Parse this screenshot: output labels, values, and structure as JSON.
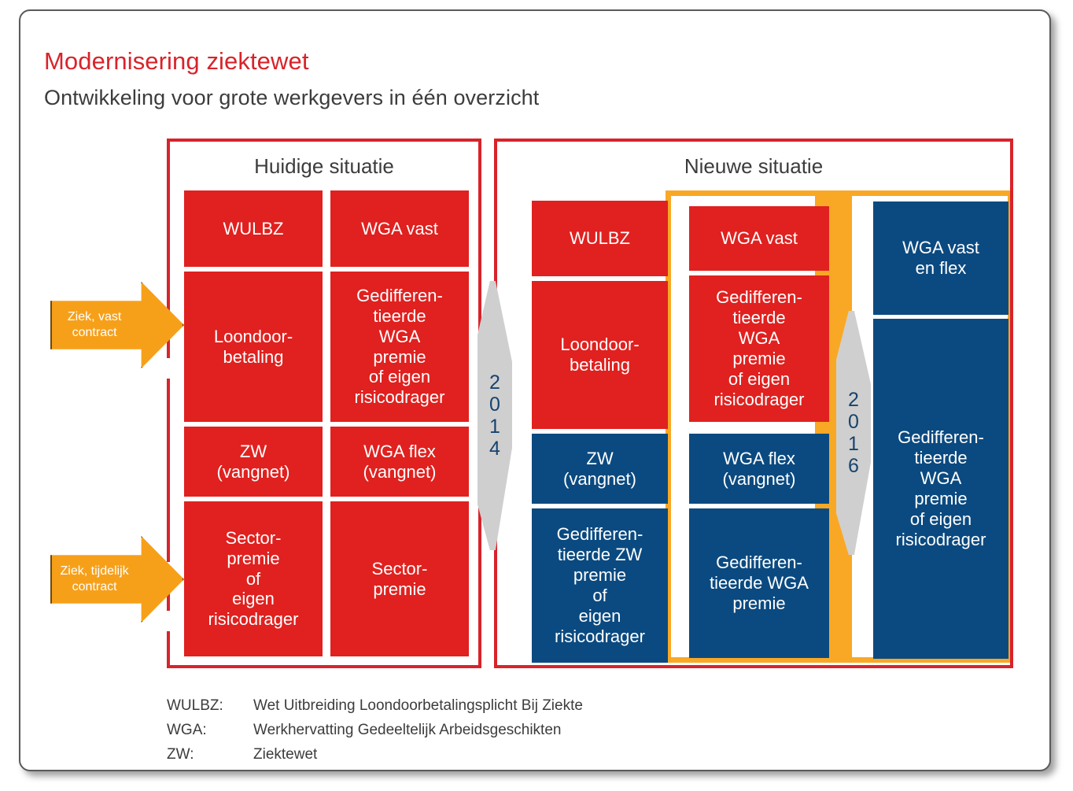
{
  "header": {
    "title": "Modernisering ziektewet",
    "subtitle": "Ontwikkeling voor grote werkgevers in één overzicht",
    "title_color": "#d8232a",
    "subtitle_color": "#3c3c3c"
  },
  "colors": {
    "red": "#e0211f",
    "blue": "#0b4a80",
    "orange": "#f9a825",
    "arrow_orange": "#f6a01a",
    "grey": "#cfcfcf",
    "digit_blue": "#16436e"
  },
  "panels": {
    "current": {
      "heading": "Huidige situatie"
    },
    "new": {
      "heading": "Nieuwe situatie"
    }
  },
  "input_arrows": [
    {
      "label": "Ziek, vast\ncontract"
    },
    {
      "label": "Ziek, tijdelijk\ncontract"
    }
  ],
  "time_arrows": [
    {
      "year": "2014",
      "digits": [
        "2",
        "0",
        "1",
        "4"
      ]
    },
    {
      "year": "2016",
      "digits": [
        "2",
        "0",
        "1",
        "6"
      ]
    }
  ],
  "current_situation": {
    "column_left": [
      {
        "label": "WULBZ",
        "color": "red"
      },
      {
        "label": "Loondoor-\nbetaling",
        "color": "red"
      },
      {
        "label": "ZW\n(vangnet)",
        "color": "red"
      },
      {
        "label": "Sector-\npremie\nof\neigen\nrisicodrager",
        "color": "red"
      }
    ],
    "column_right": [
      {
        "label": "WGA vast",
        "color": "red"
      },
      {
        "label": "Gedifferen-\ntieerde\nWGA\npremie\nof eigen\nrisicodrager",
        "color": "red"
      },
      {
        "label": "WGA flex\n(vangnet)",
        "color": "red"
      },
      {
        "label": "Sector-\npremie",
        "color": "red"
      }
    ]
  },
  "new_situation": {
    "column_left": [
      {
        "label": "WULBZ",
        "color": "red"
      },
      {
        "label": "Loondoor-\nbetaling",
        "color": "red"
      },
      {
        "label": "ZW\n(vangnet)",
        "color": "blue"
      },
      {
        "label": "Gedifferen-\ntieerde ZW\npremie\nof\neigen\nrisicodrager",
        "color": "blue"
      }
    ],
    "column_middle": [
      {
        "label": "WGA vast",
        "color": "red"
      },
      {
        "label": "Gedifferen-\ntieerde\nWGA\npremie\nof eigen\nrisicodrager",
        "color": "red"
      },
      {
        "label": "WGA flex\n(vangnet)",
        "color": "blue"
      },
      {
        "label": "Gedifferen-\ntieerde WGA\npremie",
        "color": "blue"
      }
    ],
    "column_right": [
      {
        "label": "WGA vast\nen flex",
        "color": "blue"
      },
      {
        "label": "Gedifferen-\ntieerde\nWGA\npremie\nof eigen\nrisicodrager",
        "color": "blue"
      }
    ]
  },
  "legend": [
    {
      "abbr": "WULBZ:",
      "full": "Wet Uitbreiding Loondoorbetalingsplicht Bij Ziekte"
    },
    {
      "abbr": "WGA:",
      "full": "Werkhervatting Gedeeltelijk Arbeidsgeschikten"
    },
    {
      "abbr": "ZW:",
      "full": "Ziektewet"
    }
  ]
}
